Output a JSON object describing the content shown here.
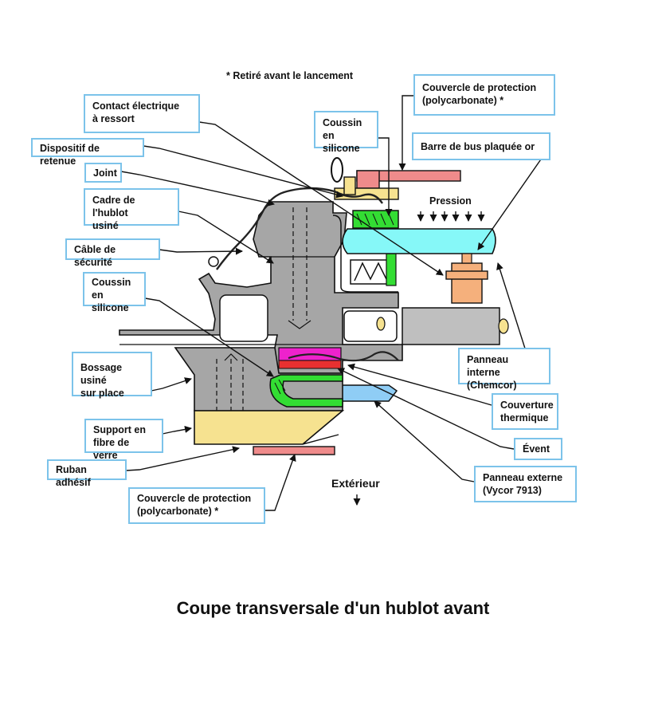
{
  "title": "Coupe transversale d'un hublot avant",
  "note": "* Retiré avant le lancement",
  "pressure_label": "Pression",
  "exterior_label": "Extérieur",
  "labels": {
    "contact": "Contact électrique\nà ressort",
    "retenue": "Dispositif de retenue",
    "joint": "Joint",
    "cadre": "Cadre de l'hublot\nusiné",
    "cable": "Câble de sécurité",
    "coussin_left": "Coussin\nen silicone",
    "bossage": "Bossage usiné\nsur place",
    "support": "Support en\nfibre de verre",
    "ruban": "Ruban adhésif",
    "couvercle_bottom": "Couvercle de protection\n(polycarbonate) *",
    "couvercle_top": "Couvercle de protection\n(polycarbonate) *",
    "coussin_top": "Coussin en\nsilicone",
    "barre": "Barre de bus plaquée or",
    "panneau_interne": "Panneau interne\n(Chemcor)",
    "couverture": "Couverture\nthermique",
    "event": "Évent",
    "panneau_externe": "Panneau externe\n(Vycor 7913)"
  },
  "colors": {
    "frame": "#a6a6a6",
    "fiberglass": "#f6e290",
    "cover": "#ef8b8b",
    "silicone": "#33dd33",
    "inner_panel": "#86f8f8",
    "outer_panel": "#8fcdf5",
    "contact": "#f5b07c",
    "thermal": "#ee22cc",
    "label_border": "#7cc3ea"
  }
}
